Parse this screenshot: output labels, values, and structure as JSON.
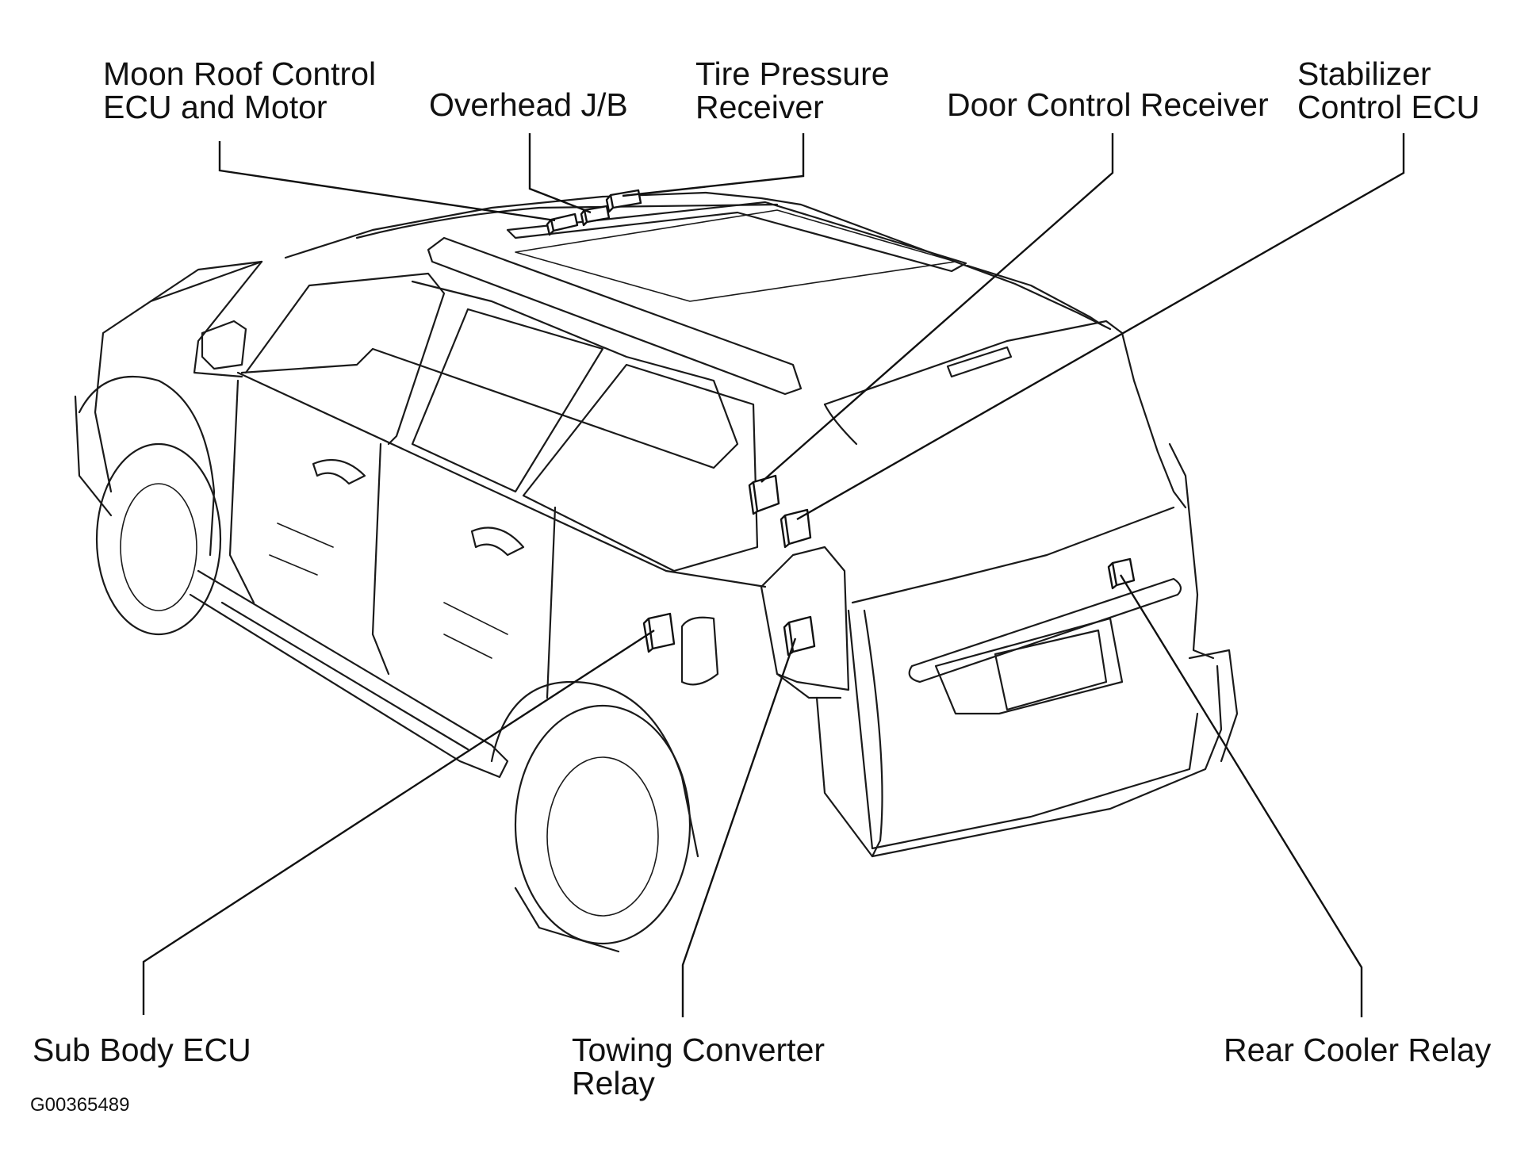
{
  "figure_code": "G00365489",
  "colors": {
    "line": "#111111",
    "background": "#ffffff"
  },
  "labels": {
    "moon_roof": [
      "Moon Roof Control",
      "ECU and Motor"
    ],
    "overhead_jb": [
      "Overhead J/B"
    ],
    "tire_pressure": [
      "Tire Pressure",
      "Receiver"
    ],
    "door_control": [
      "Door Control Receiver"
    ],
    "stabilizer": [
      "Stabilizer",
      "Control ECU"
    ],
    "sub_body": [
      "Sub Body ECU"
    ],
    "towing": [
      "Towing Converter",
      "Relay"
    ],
    "rear_cooler": [
      "Rear Cooler Relay"
    ]
  }
}
